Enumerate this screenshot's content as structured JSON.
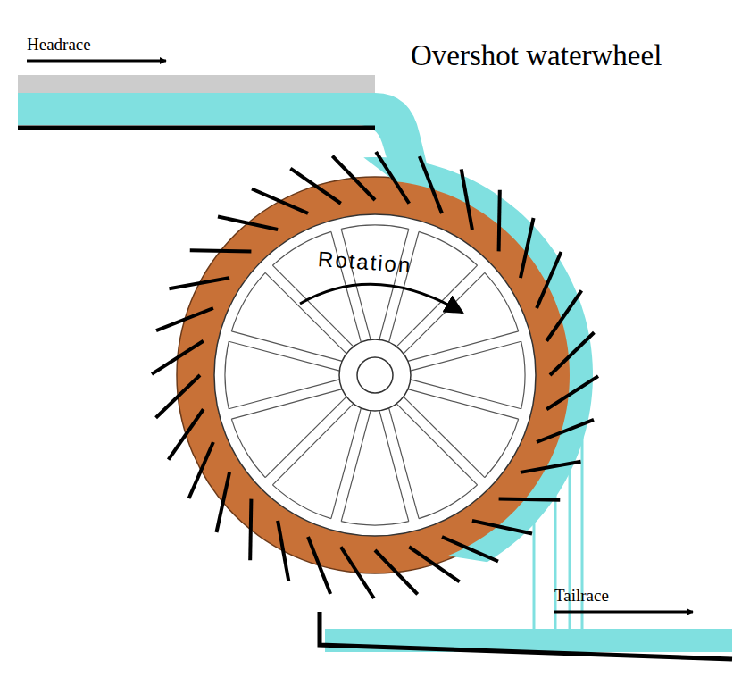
{
  "diagram": {
    "title": "Overshot waterwheel",
    "labels": [
      "Headrace",
      "Rotation",
      "Tailrace"
    ]
  }
}
